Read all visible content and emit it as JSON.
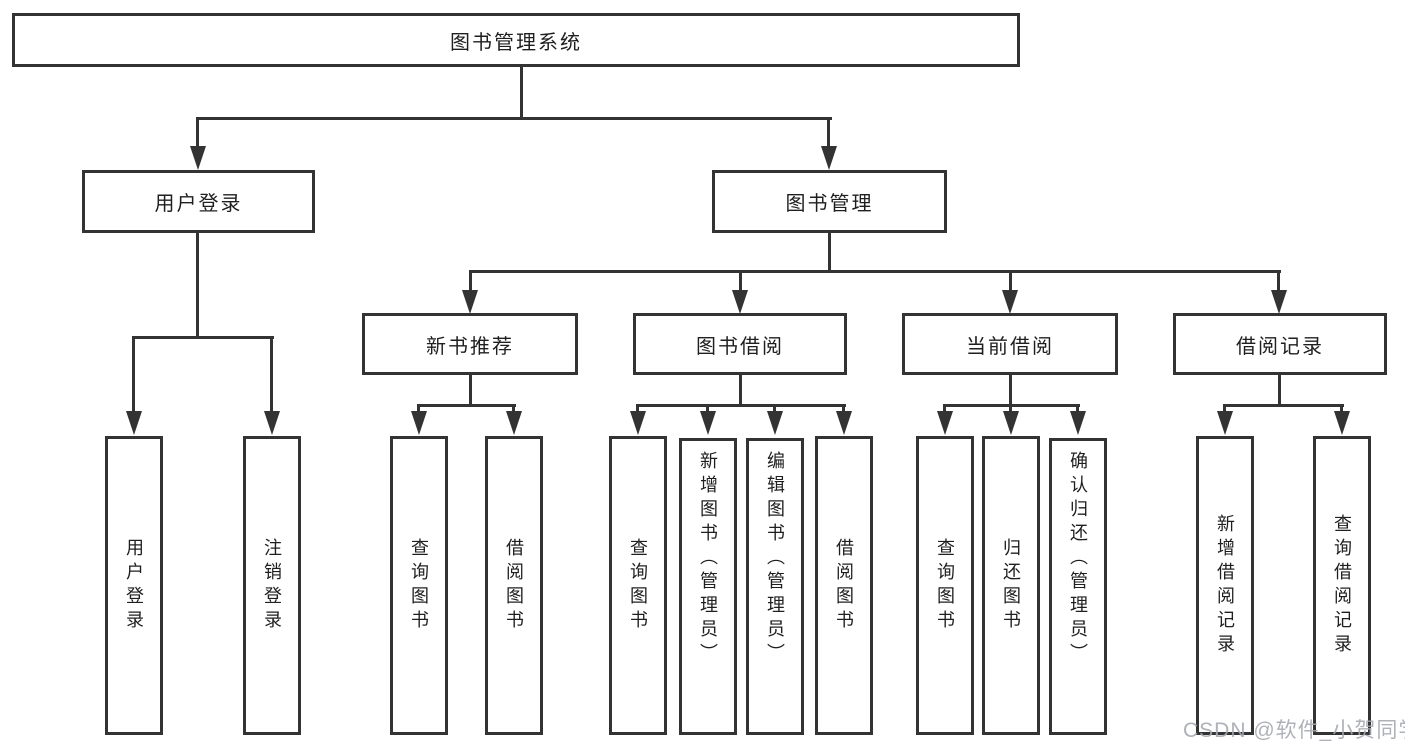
{
  "diagram": {
    "title": "图书管理系统",
    "watermark": "CSDN @软件_小贺同学",
    "colors": {
      "line": "#333333",
      "box_border": "#333333",
      "text": "#1f1f1f",
      "background": "#ffffff",
      "watermark": "#a5aab0"
    },
    "nodes": {
      "root": {
        "label": "图书管理系统"
      },
      "user_login": {
        "label": "用户登录"
      },
      "book_mgmt": {
        "label": "图书管理"
      },
      "new_book_rec": {
        "label": "新书推荐"
      },
      "book_borrow": {
        "label": "图书借阅"
      },
      "current_borrow": {
        "label": "当前借阅"
      },
      "borrow_records": {
        "label": "借阅记录"
      },
      "login_user_login": {
        "label": "用户登录"
      },
      "login_logout": {
        "label": "注销登录"
      },
      "rec_query_books": {
        "label": "查询图书"
      },
      "rec_borrow_books": {
        "label": "借阅图书"
      },
      "bb_query_books": {
        "label": "查询图书"
      },
      "bb_add_books": {
        "label": "新增图书（管理员）"
      },
      "bb_edit_books": {
        "label": "编辑图书（管理员）"
      },
      "bb_borrow_books": {
        "label": "借阅图书"
      },
      "cb_query_books": {
        "label": "查询图书"
      },
      "cb_return_books": {
        "label": "归还图书"
      },
      "cb_confirm_return": {
        "label": "确认归还（管理员）"
      },
      "br_add_record": {
        "label": "新增借阅记录"
      },
      "br_query_record": {
        "label": "查询借阅记录"
      }
    }
  }
}
